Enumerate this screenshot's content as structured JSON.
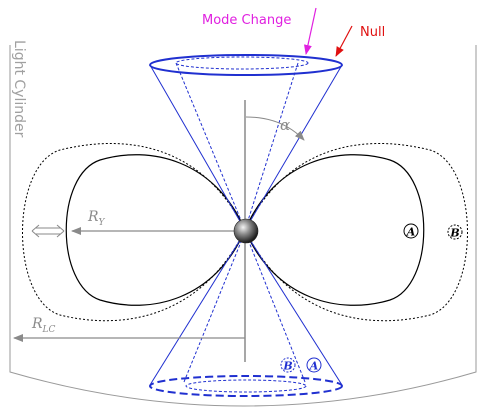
{
  "labels": {
    "light_cylinder": "Light Cylinder",
    "mode_change": "Mode Change",
    "null": "Null",
    "alpha": "α",
    "r_y": "R",
    "r_y_sub": "Y",
    "r_lc": "R",
    "r_lc_sub": "LC",
    "marker_a": "A",
    "marker_b": "B"
  },
  "colors": {
    "mode_change": "#e020e0",
    "null": "#e01010",
    "cone": "#2030d0",
    "gray": "#8a8a8a",
    "black": "#000000"
  }
}
